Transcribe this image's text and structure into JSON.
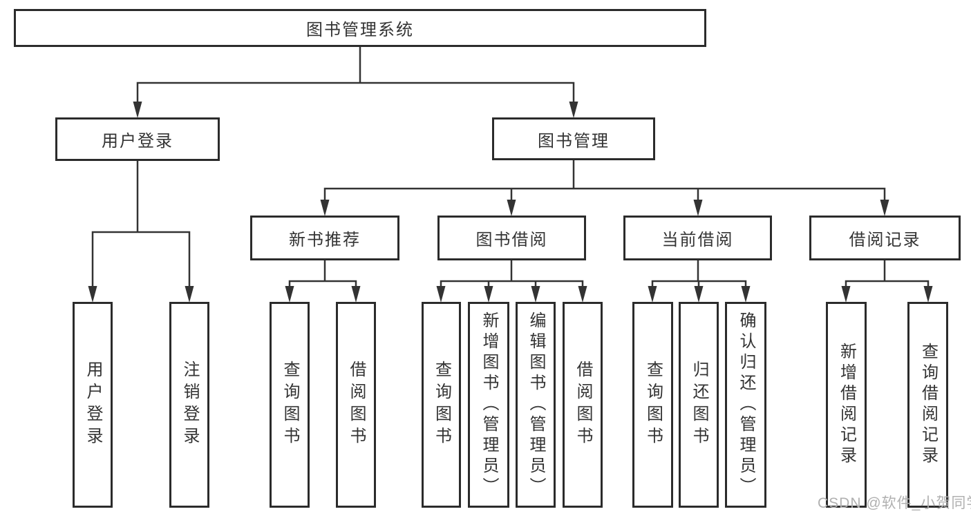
{
  "diagram": {
    "root": {
      "label": "图书管理系统"
    },
    "level2": [
      {
        "label": "用户登录"
      },
      {
        "label": "图书管理"
      }
    ],
    "level3": [
      {
        "label": "新书推荐"
      },
      {
        "label": "图书借阅"
      },
      {
        "label": "当前借阅"
      },
      {
        "label": "借阅记录"
      }
    ],
    "leaves": {
      "user_login": [
        {
          "label": "用户登录"
        },
        {
          "label": "注销登录"
        }
      ],
      "new_book_recommend": [
        {
          "label": "查询图书"
        },
        {
          "label": "借阅图书"
        }
      ],
      "book_borrowing": [
        {
          "label": "查询图书"
        },
        {
          "label": "新增图书（管理员）"
        },
        {
          "label": "编辑图书（管理员）"
        },
        {
          "label": "借阅图书"
        }
      ],
      "current_borrowing": [
        {
          "label": "查询图书"
        },
        {
          "label": "归还图书"
        },
        {
          "label": "确认归还（管理员）"
        }
      ],
      "borrowing_records": [
        {
          "label": "新增借阅记录"
        },
        {
          "label": "查询借阅记录"
        }
      ]
    }
  },
  "watermark": {
    "text": "CSDN @软件_小贺同学"
  },
  "colors": {
    "line": "#333333",
    "box_border": "#2b2b2b",
    "text": "#333333",
    "background": "#ffffff",
    "watermark": "#b0b0b0"
  }
}
